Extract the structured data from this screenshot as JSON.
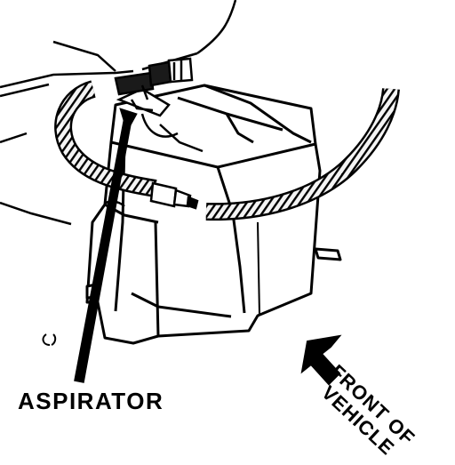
{
  "labels": {
    "aspirator": "ASPIRATOR",
    "front_line1": "FRONT OF",
    "front_line2": "VEHICLE"
  },
  "colors": {
    "ink": "#000000",
    "paper": "#ffffff",
    "hose_fill": "#f2f2f2",
    "aspirator_body": "#1a1a1a"
  }
}
